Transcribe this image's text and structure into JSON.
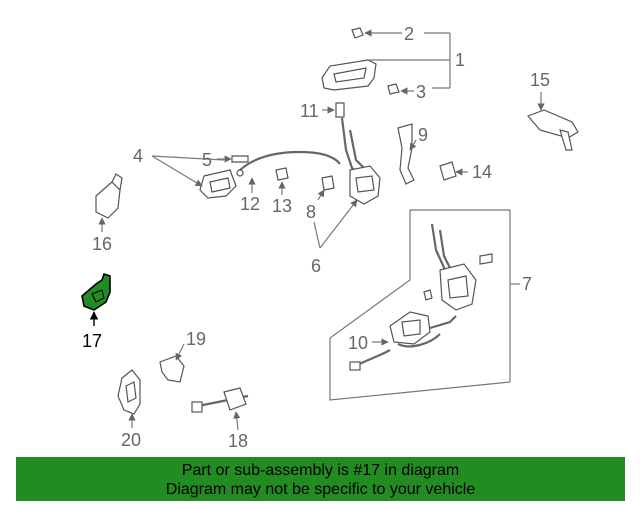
{
  "diagram": {
    "labels": {
      "p1": "1",
      "p2": "2",
      "p3": "3",
      "p4": "4",
      "p5": "5",
      "p6": "6",
      "p7": "7",
      "p8": "8",
      "p9": "9",
      "p10": "10",
      "p11": "11",
      "p12": "12",
      "p13": "13",
      "p14": "14",
      "p15": "15",
      "p16": "16",
      "p17": "17",
      "p18": "18",
      "p19": "19",
      "p20": "20"
    },
    "highlight_part": "17",
    "colors": {
      "highlight": "#228b22",
      "line": "#777777",
      "label": "#666666"
    }
  },
  "banner": {
    "line1": "Part or sub-assembly is #17 in diagram",
    "line2": "Diagram may not be specific to your vehicle",
    "background": "#228b22"
  }
}
